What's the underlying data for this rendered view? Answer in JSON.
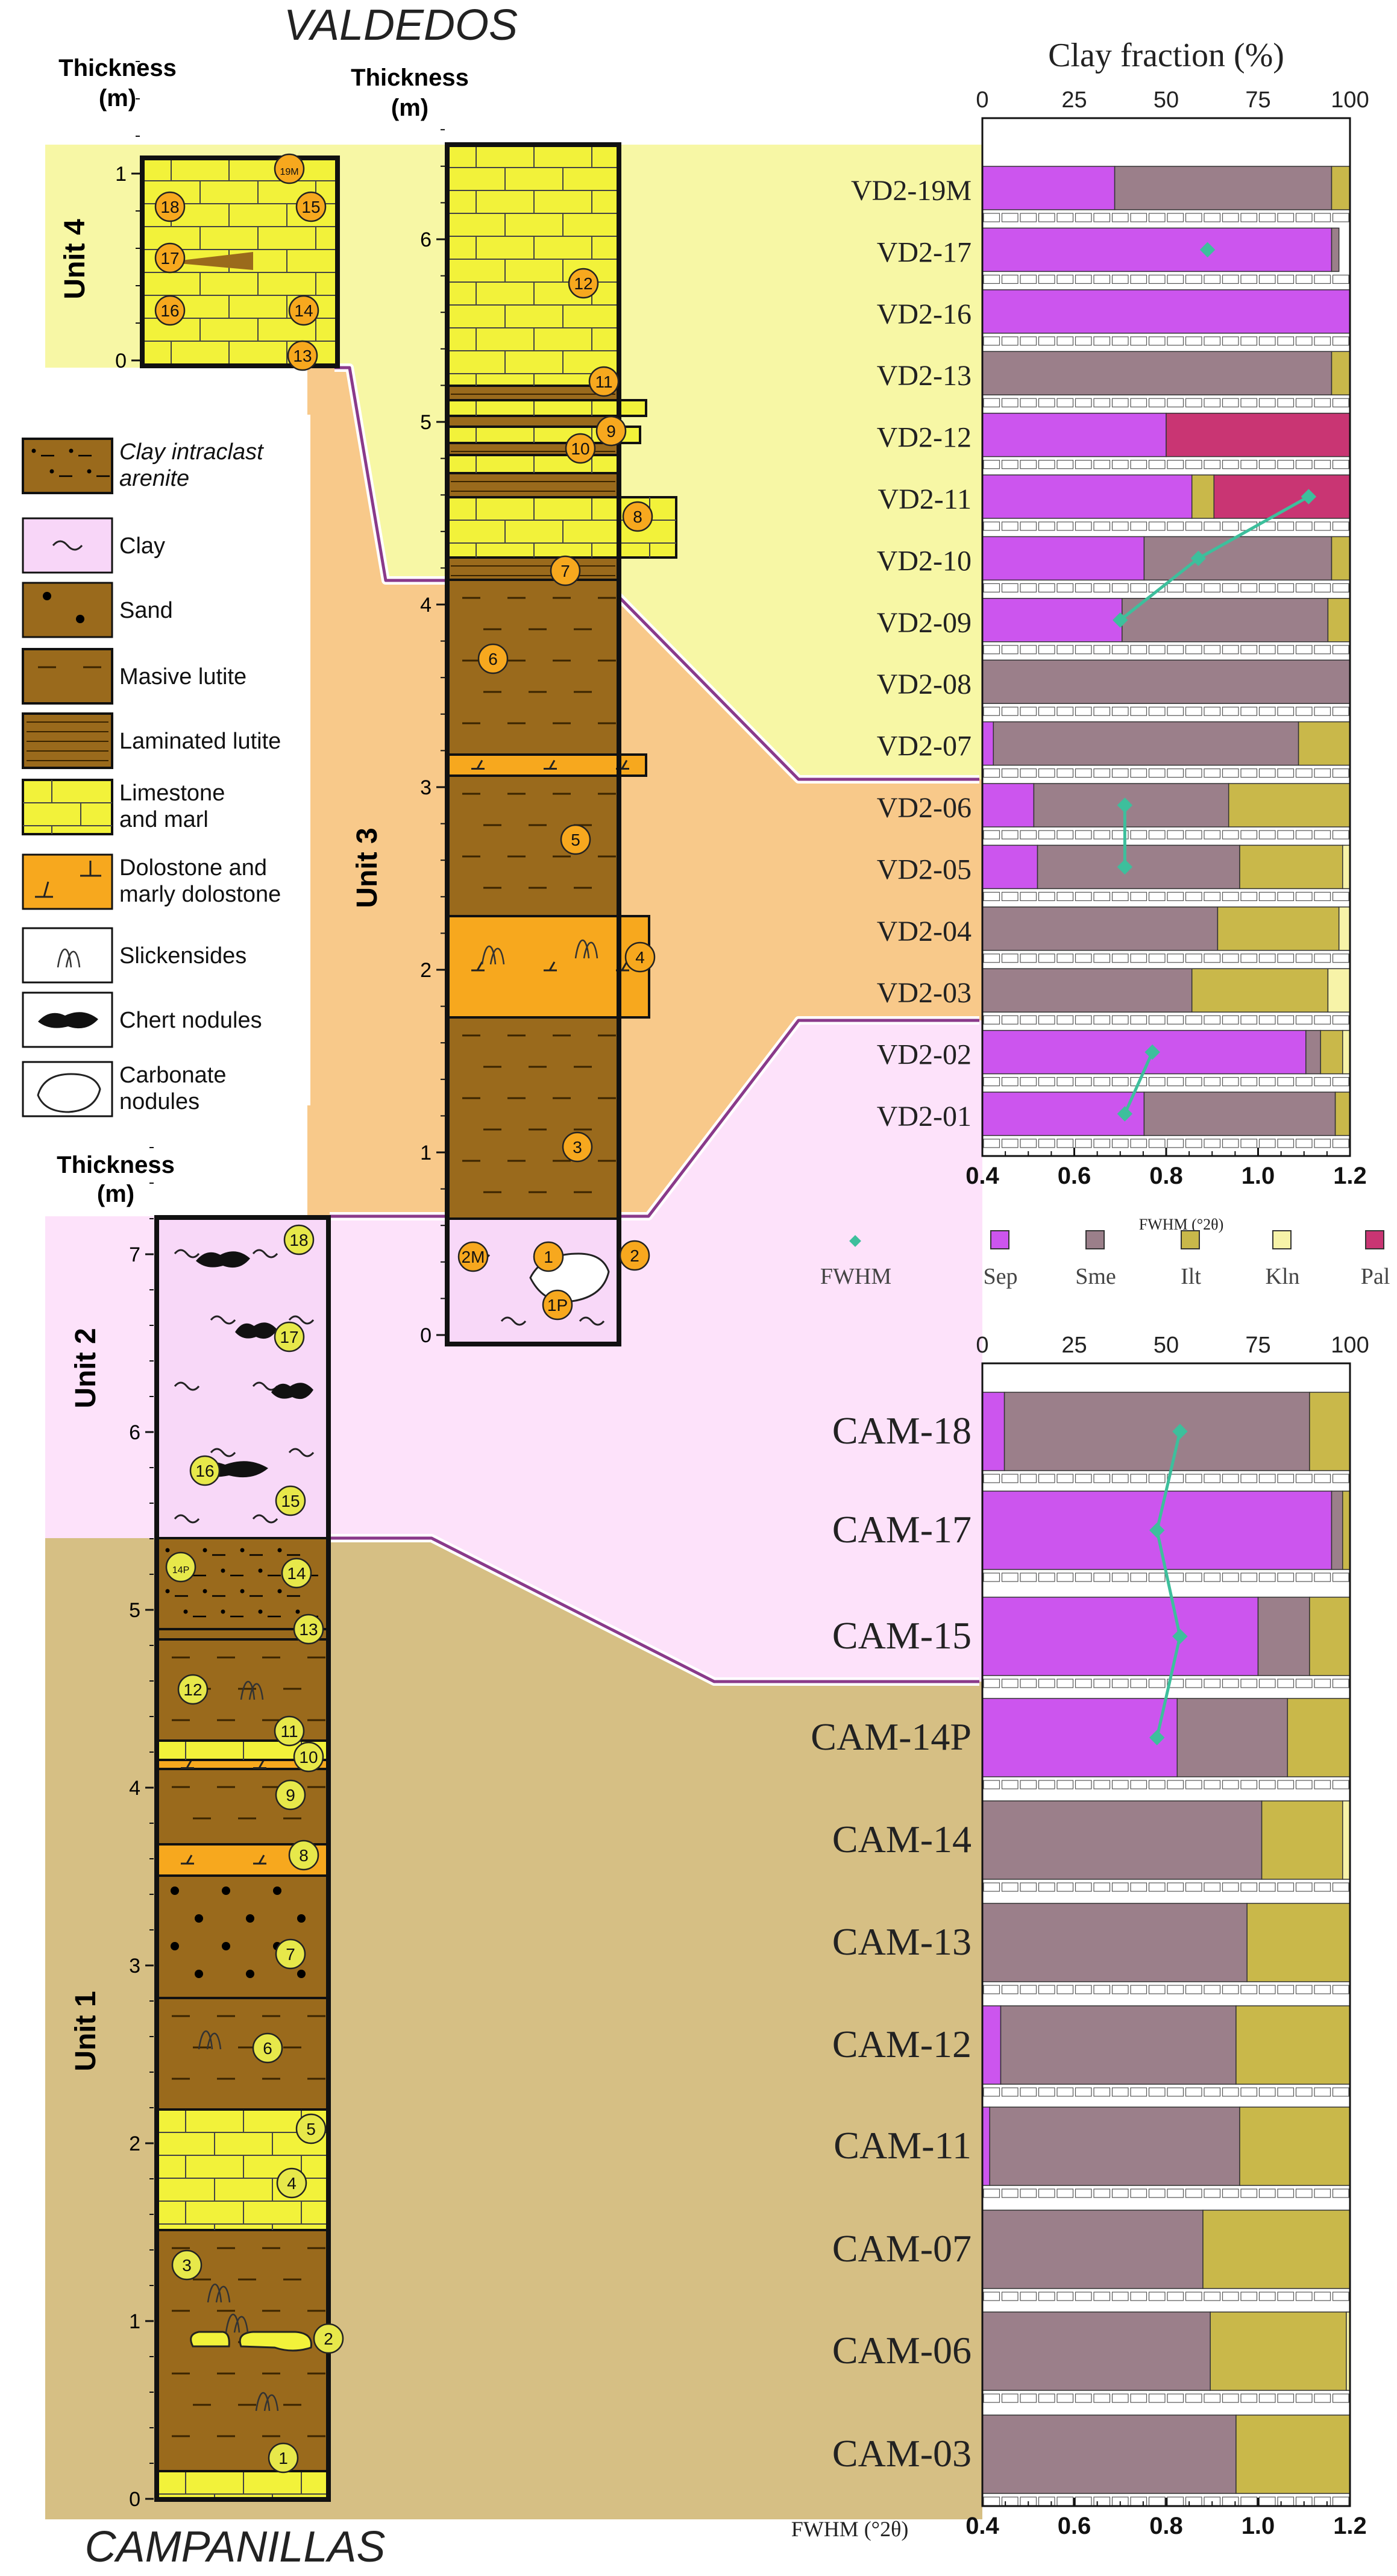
{
  "titles": {
    "valdedos": "VALDEDOS",
    "campanillas": "CAMPANILLAS"
  },
  "thickness_label": "Thickness",
  "thickness_unit": "(m)",
  "units": {
    "u1": "Unit 1",
    "u2": "Unit 2",
    "u3": "Unit 3",
    "u4": "Unit 4"
  },
  "colors": {
    "Sep": "#cc55ee",
    "Sme": "#9b7f8a",
    "Ilt": "#c9b84a",
    "Kln": "#f7f3a8",
    "Pal": "#c93573",
    "FWHM": "#3dbf9c",
    "unit1": "#d6bf84",
    "unit2": "#fde2fa",
    "unit3": "#f8c98a",
    "unit4": "#f7f7a5",
    "lutite": "#9a6a1c",
    "limestone": "#f2f23a",
    "dolostone": "#f7a81e",
    "clayLayer": "#f8d8f8"
  },
  "lithology_legend": [
    {
      "key": "arenite",
      "label": "Clay intraclast arenite"
    },
    {
      "key": "clay",
      "label": "Clay"
    },
    {
      "key": "sand",
      "label": "Sand"
    },
    {
      "key": "masive",
      "label": "Masive lutite"
    },
    {
      "key": "laminated",
      "label": "Laminated lutite"
    },
    {
      "key": "limestone",
      "label": "Limestone and marl"
    },
    {
      "key": "dolostone",
      "label": "Dolostone and marly dolostone"
    },
    {
      "key": "slick",
      "label": "Slickensides"
    },
    {
      "key": "chert",
      "label": "Chert nodules"
    },
    {
      "key": "carbonate",
      "label": "Carbonate nodules"
    }
  ],
  "strat_columns": {
    "unit4": {
      "ticks": [
        "0",
        "1"
      ],
      "samples": [
        "18",
        "15",
        "17",
        "16",
        "14",
        "13",
        "19M"
      ]
    },
    "valdedos": {
      "ticks": [
        "0",
        "1",
        "2",
        "3",
        "4",
        "5",
        "6"
      ],
      "samples": [
        "12",
        "11",
        "9",
        "10",
        "8",
        "7",
        "6",
        "5",
        "4",
        "3",
        "2",
        "1",
        "2M",
        "1P"
      ]
    },
    "campanillas": {
      "ticks": [
        "0",
        "1",
        "2",
        "3",
        "4",
        "5",
        "6",
        "7"
      ],
      "samples": [
        "18",
        "17",
        "16",
        "15",
        "14",
        "14P",
        "13",
        "12",
        "11",
        "10",
        "9",
        "8",
        "7",
        "6",
        "5",
        "4",
        "3",
        "2",
        "1"
      ]
    }
  },
  "legend_labels": {
    "FWHM": "FWHM",
    "Sep": "Sep",
    "Sme": "Sme",
    "Ilt": "Ilt",
    "Kln": "Kln",
    "Pal": "Pal"
  },
  "chart_data": [
    {
      "type": "bar",
      "stacked": true,
      "orientation": "horizontal",
      "title": "Clay fraction (%)",
      "xlabel": "FWHM (°2θ)",
      "xlim": [
        0,
        100
      ],
      "xticks": [
        "0",
        "25",
        "50",
        "75",
        "100"
      ],
      "fwhm_lim": [
        0.4,
        1.2
      ],
      "fwhm_ticks": [
        "0.4",
        "0.6",
        "0.8",
        "1.0",
        "1.2"
      ],
      "categories": [
        "VD2-19M",
        "VD2-17",
        "VD2-16",
        "VD2-13",
        "VD2-12",
        "VD2-11",
        "VD2-10",
        "VD2-09",
        "VD2-08",
        "VD2-07",
        "VD2-06",
        "VD2-05",
        "VD2-04",
        "VD2-03",
        "VD2-02",
        "VD2-01"
      ],
      "series": [
        {
          "name": "Sep",
          "values": [
            36,
            95,
            100,
            0,
            50,
            57,
            44,
            38,
            0,
            3,
            14,
            15,
            0,
            0,
            88,
            44
          ]
        },
        {
          "name": "Sme",
          "values": [
            59,
            2,
            0,
            95,
            0,
            0,
            51,
            56,
            100,
            83,
            53,
            55,
            64,
            57,
            4,
            52
          ]
        },
        {
          "name": "Ilt",
          "values": [
            5,
            0,
            0,
            5,
            0,
            6,
            5,
            6,
            0,
            14,
            33,
            28,
            33,
            37,
            6,
            4
          ]
        },
        {
          "name": "Kln",
          "values": [
            0,
            0,
            0,
            0,
            0,
            0,
            0,
            0,
            0,
            0,
            0,
            2,
            3,
            6,
            2,
            0
          ]
        },
        {
          "name": "Pal",
          "values": [
            0,
            0,
            0,
            0,
            50,
            37,
            0,
            0,
            0,
            0,
            0,
            0,
            0,
            0,
            0,
            0
          ]
        }
      ],
      "fwhm": [
        null,
        0.89,
        null,
        null,
        null,
        1.11,
        0.87,
        0.7,
        null,
        null,
        0.71,
        0.71,
        null,
        null,
        0.77,
        0.71
      ]
    },
    {
      "type": "bar",
      "stacked": true,
      "orientation": "horizontal",
      "xlabel": "FWHM (°2θ)",
      "xlim": [
        0,
        100
      ],
      "xticks": [
        "0",
        "25",
        "50",
        "75",
        "100"
      ],
      "fwhm_lim": [
        0.4,
        1.2
      ],
      "fwhm_ticks": [
        "0.4",
        "0.6",
        "0.8",
        "1.0",
        "1.2"
      ],
      "categories": [
        "CAM-18",
        "CAM-17",
        "CAM-15",
        "CAM-14P",
        "CAM-14",
        "CAM-13",
        "CAM-12",
        "CAM-11",
        "CAM-07",
        "CAM-06",
        "CAM-03"
      ],
      "series": [
        {
          "name": "Sep",
          "values": [
            6,
            95,
            75,
            53,
            0,
            0,
            5,
            2,
            0,
            0,
            0
          ]
        },
        {
          "name": "Sme",
          "values": [
            83,
            3,
            14,
            30,
            76,
            72,
            64,
            68,
            60,
            62,
            69
          ]
        },
        {
          "name": "Ilt",
          "values": [
            11,
            2,
            11,
            17,
            22,
            28,
            31,
            30,
            40,
            37,
            31
          ]
        },
        {
          "name": "Kln",
          "values": [
            0,
            0,
            0,
            0,
            2,
            0,
            0,
            0,
            0,
            1,
            0
          ]
        },
        {
          "name": "Pal",
          "values": [
            0,
            0,
            0,
            0,
            0,
            0,
            0,
            0,
            0,
            0,
            0
          ]
        }
      ],
      "fwhm": [
        0.83,
        0.78,
        0.83,
        0.78,
        null,
        null,
        null,
        null,
        null,
        null,
        null
      ]
    }
  ]
}
